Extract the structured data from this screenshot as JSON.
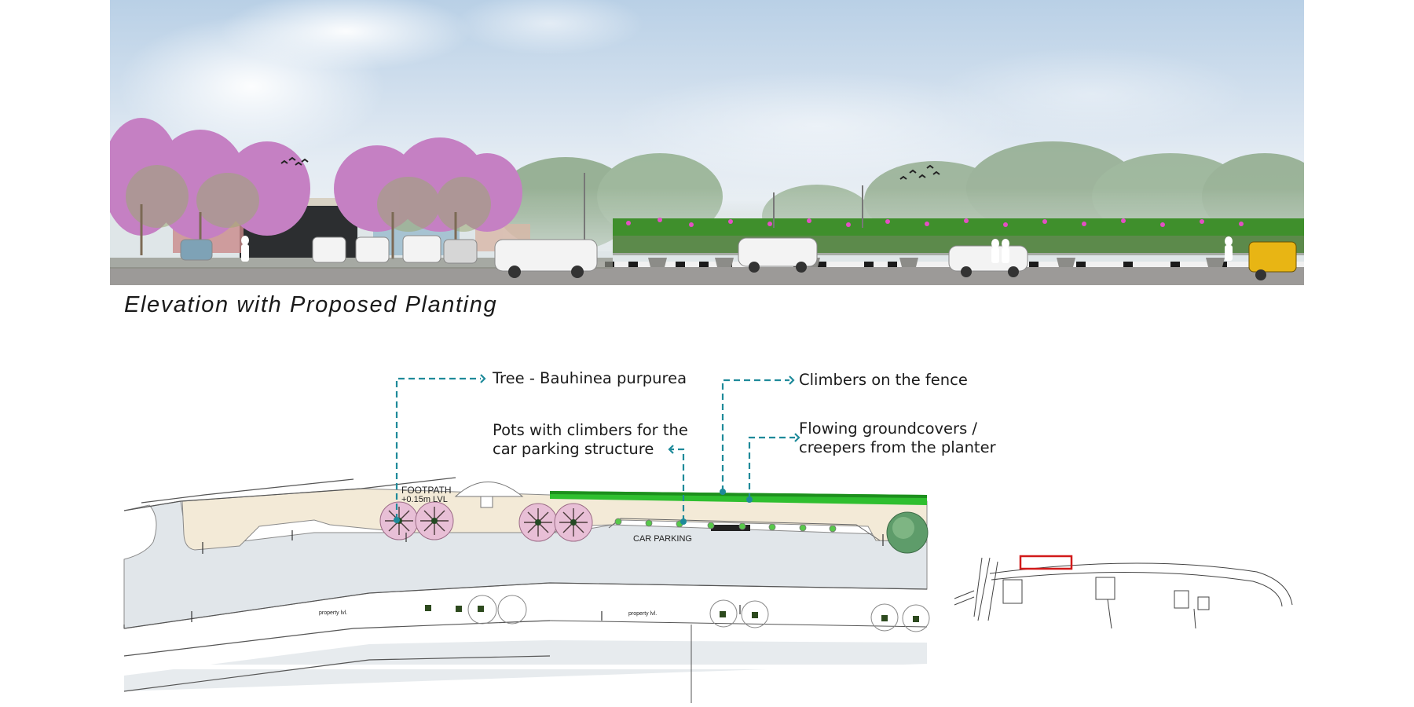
{
  "elevation": {
    "caption": "Elevation with Proposed Planting"
  },
  "annotations": {
    "tree": "Tree - Bauhinea purpurea",
    "pots_line1": "Pots with climbers for the",
    "pots_line2": "car parking structure",
    "climbers": "Climbers on the fence",
    "groundcovers_line1": "Flowing groundcovers /",
    "groundcovers_line2": "creepers from the planter"
  },
  "plan": {
    "footpath_label": "FOOTPATH",
    "footpath_level": "+0.15m LVL",
    "car_parking_label": "CAR PARKING",
    "property_level_label_1": "property lvl.",
    "property_level_label_2": "property lvl."
  },
  "colors": {
    "leader": "#1e8a9a",
    "fence_green": "#2fbf2f",
    "footpath_fill": "#f3ead7",
    "road_fill": "#e1e6ea",
    "keymap_highlight": "#d11a1a"
  }
}
